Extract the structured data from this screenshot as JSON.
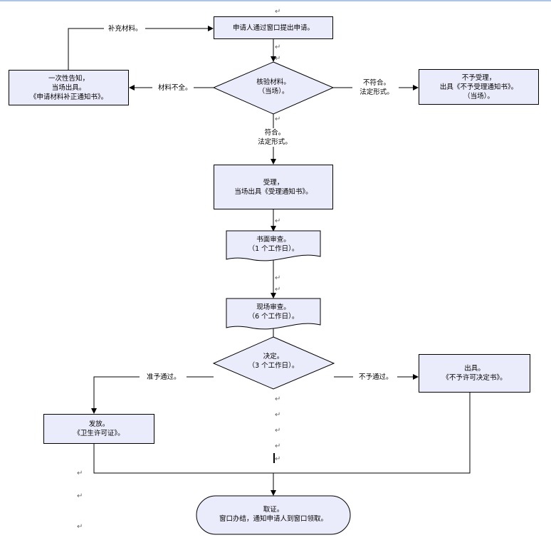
{
  "nodes": {
    "start": {
      "lines": [
        "申请人通过窗口提出申请。"
      ]
    },
    "notice_supplement": {
      "lines": [
        "一次性告知，",
        "当场出具。",
        "《申请材料补正通知书》。"
      ]
    },
    "check_materials": {
      "lines": [
        "核验材料。",
        "（当场）。"
      ]
    },
    "reject_accept": {
      "lines": [
        "不予受理，",
        "出具《不予受理通知书》。",
        "（当场）。"
      ]
    },
    "accept": {
      "lines": [
        "受理，",
        "当场出具《受理通知书》。"
      ]
    },
    "paper_review": {
      "lines": [
        "书面审查。",
        "（1 个工作日）。"
      ]
    },
    "site_review": {
      "lines": [
        "现场审查。",
        "（6 个工作日）。"
      ]
    },
    "decision": {
      "lines": [
        "决定。",
        "（3 个工作日）。"
      ]
    },
    "issue_denial": {
      "lines": [
        "出具。",
        "《不予许可决定书》。"
      ]
    },
    "issue_license": {
      "lines": [
        "发放。",
        "《卫生许可证》。"
      ]
    },
    "pickup": {
      "lines": [
        "取证。",
        "窗口办结，通知申请人到窗口领取。"
      ]
    }
  },
  "edges": {
    "supplement": "补充材料。",
    "incomplete": "材料不全。",
    "not_conform": [
      "不符合。",
      "法定形式。"
    ],
    "conform": [
      "符合。",
      "法定形式。"
    ],
    "approve": "准予通过。",
    "deny": "不予通过。"
  },
  "para_mark": "↵"
}
